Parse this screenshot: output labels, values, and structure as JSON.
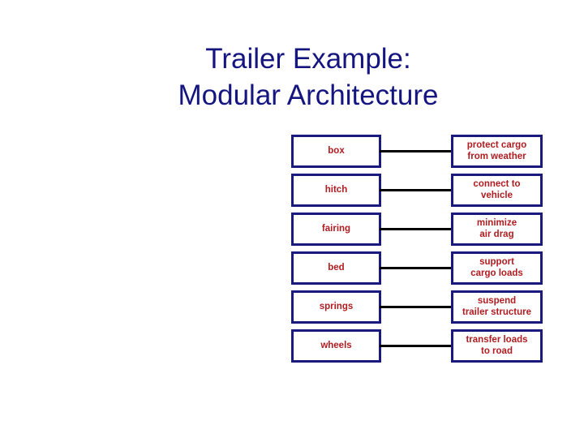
{
  "slide": {
    "background_color": "#ffffff",
    "title": {
      "line1": "Trailer Example:",
      "line2": "Modular Architecture",
      "color": "#151580"
    },
    "colors": {
      "box_border": "#1a1a7e",
      "box_text": "#b01c20",
      "connector": "#000000",
      "box_fill": "#ffffff"
    }
  },
  "chart_data": {
    "type": "diagram",
    "title": "Trailer Example: Modular Architecture",
    "layout": "two-column mapping, module on left linked to function on right",
    "left_column_header": "",
    "right_column_header": "",
    "rows": [
      {
        "module": "box",
        "function": "protect cargo\nfrom weather"
      },
      {
        "module": "hitch",
        "function": "connect to\nvehicle"
      },
      {
        "module": "fairing",
        "function": "minimize\nair drag"
      },
      {
        "module": "bed",
        "function": "support\ncargo loads"
      },
      {
        "module": "springs",
        "function": "suspend\ntrailer structure"
      },
      {
        "module": "wheels",
        "function": "transfer loads\nto road"
      }
    ]
  }
}
